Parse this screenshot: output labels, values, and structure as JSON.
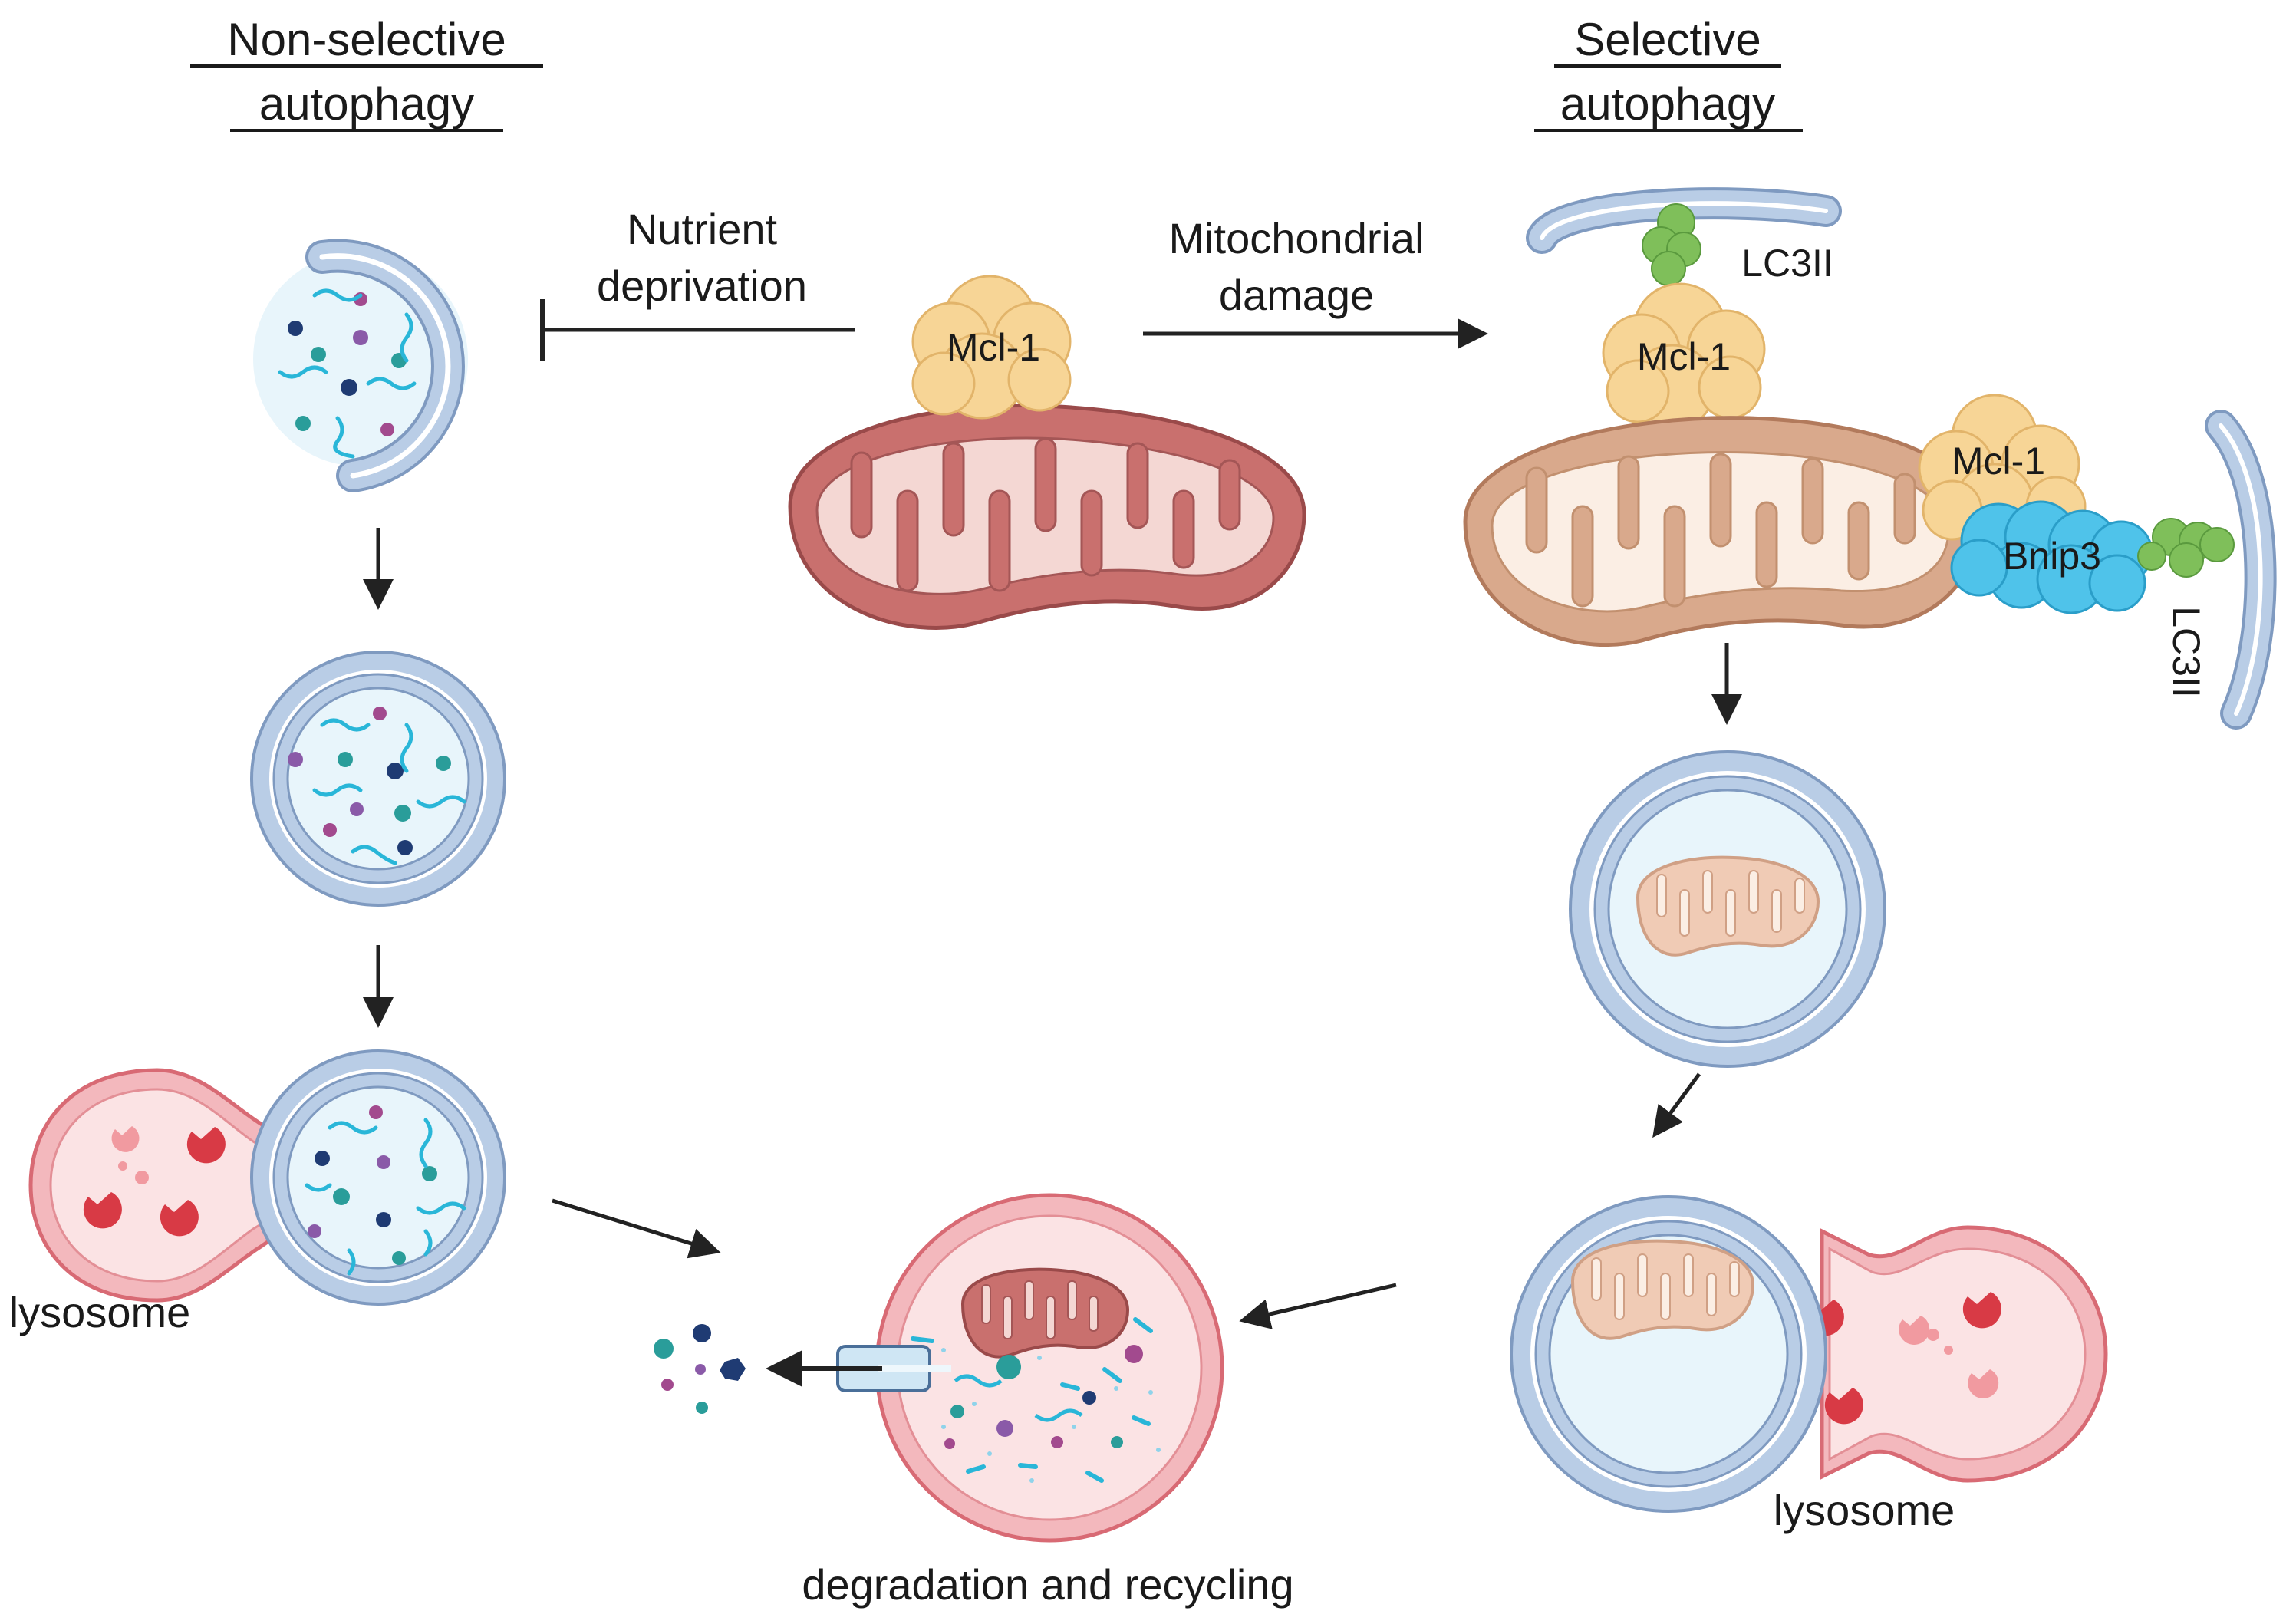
{
  "headers": {
    "nonselective_line1": "Non-selective",
    "nonselective_line2": "autophagy",
    "selective_line1": "Selective",
    "selective_line2": "autophagy"
  },
  "triggers": {
    "nutrient_line1": "Nutrient",
    "nutrient_line2": "deprivation",
    "mito_line1": "Mitochondrial",
    "mito_line2": "damage"
  },
  "proteins": {
    "mcl1": "Mcl-1",
    "lc3": "LC3II",
    "bnip3": "Bnip3"
  },
  "labels": {
    "lysosome_left": "lysosome",
    "lysosome_right": "lysosome",
    "outcome": "degradation and recycling"
  },
  "colors": {
    "membrane_fill": "#b9cde6",
    "membrane_stroke": "#7f9ac0",
    "lumen": "#e8f5fb",
    "lysosome_fill": "#f3b8bd",
    "lysosome_stroke": "#d86a74",
    "enzyme": "#d83a45",
    "mcl1": "#f7d596",
    "lc3": "#7fbf5a",
    "bnip3": "#4fc3ea",
    "mito_red": "#c9706e",
    "mito_tan": "#d9a98c",
    "cargo_teal": "#2a9d9a",
    "cargo_navy": "#1f3b73",
    "cargo_purple": "#8a5aa8",
    "cargo_magenta": "#a24a8e",
    "squiggle": "#29b6d8",
    "arrow": "#222222"
  }
}
